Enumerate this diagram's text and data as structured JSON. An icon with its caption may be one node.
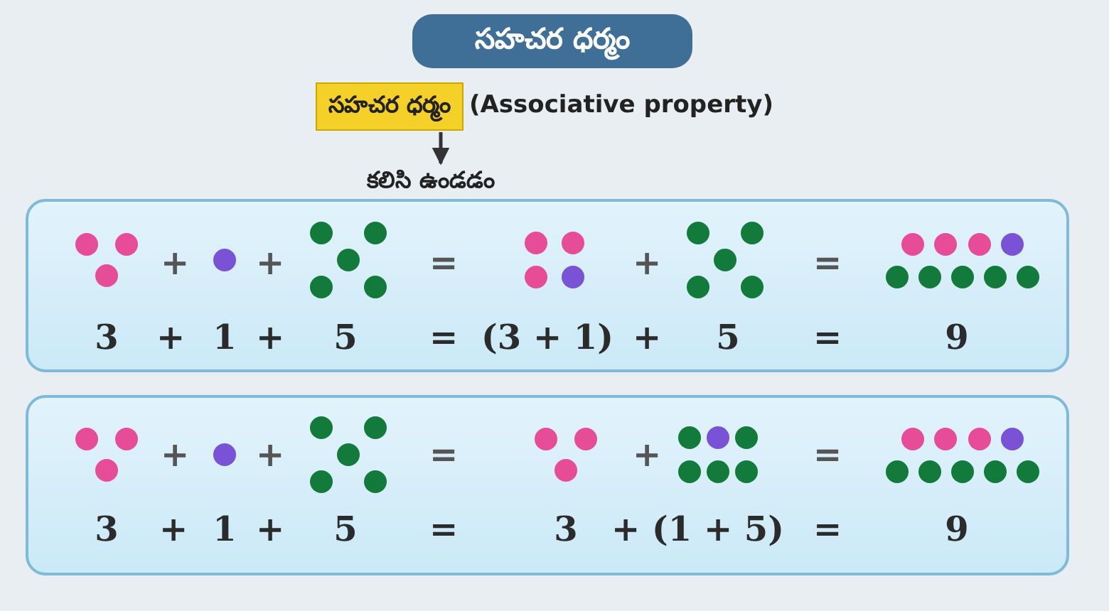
{
  "diagram": {
    "nodes": [
      {
        "text": [
          "సహచర ధర్మం"
        ]
      },
      {
        "text": [
          "సహచర ధర్మం"
        ],
        "beside": [
          "(Associative property)"
        ]
      },
      {
        "text": [
          "కలిసి ఉండడం"
        ]
      },
      {
        "text": [],
        "shape": "box"
      },
      {
        "text": [],
        "shape": "box"
      }
    ],
    "edges": [
      {
        "from": 1,
        "to": 2,
        "arrow": "to"
      }
    ],
    "labels": [
      "+",
      "+",
      "=",
      "+",
      "=",
      "3",
      "+",
      "1",
      "+",
      "5",
      "=",
      "(3 + 1)",
      "+",
      "5",
      "=",
      "9",
      "+",
      "+",
      "=",
      "+",
      "=",
      "3",
      "+",
      "1",
      "+",
      "5",
      "=",
      "3",
      "+",
      "(1 + 5)",
      "=",
      "9"
    ]
  }
}
